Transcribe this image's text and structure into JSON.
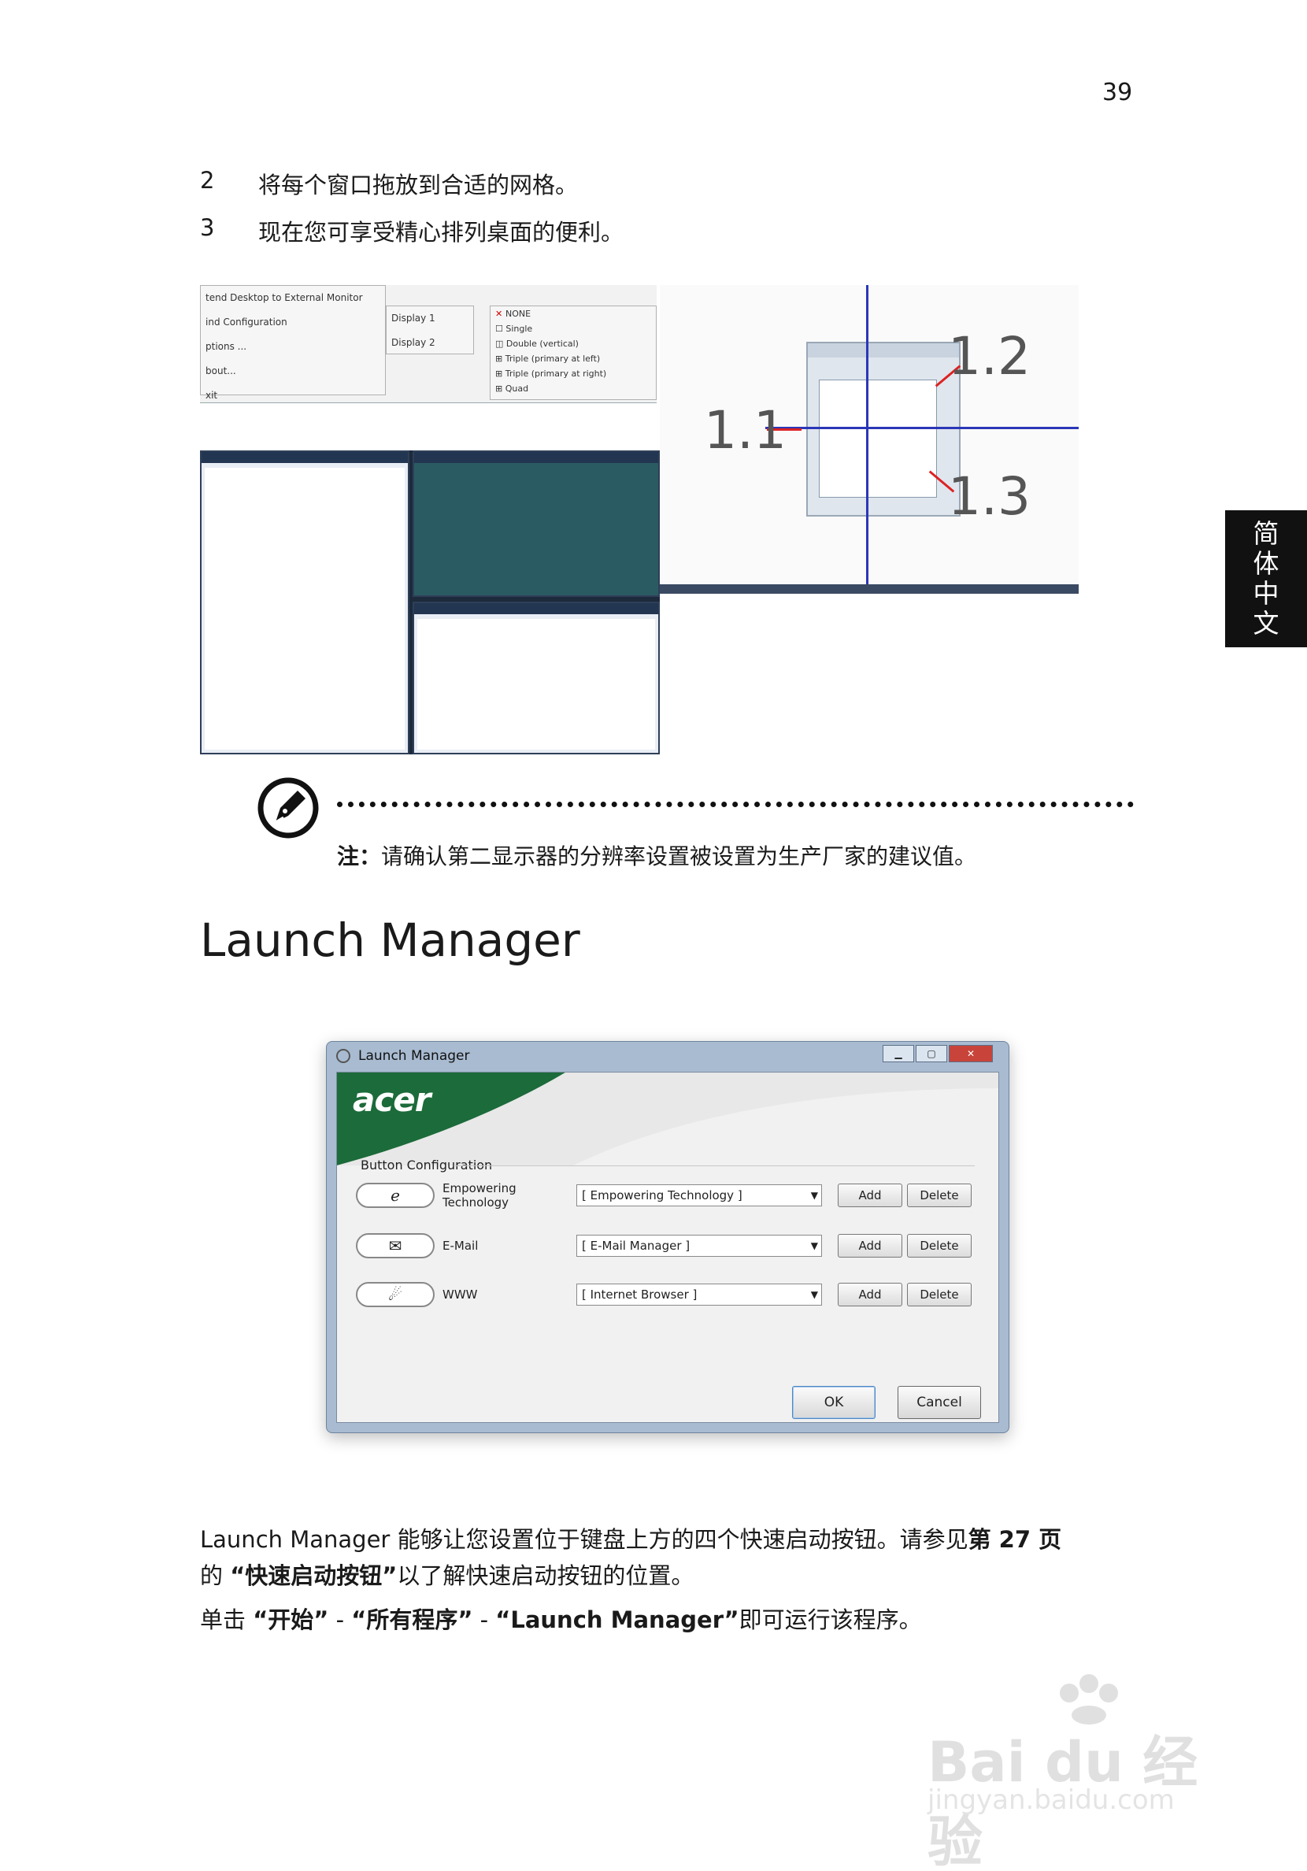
{
  "page_number": "39",
  "steps": [
    {
      "num": "2",
      "text": "将每个窗口拖放到合适的网格。"
    },
    {
      "num": "3",
      "text": "现在您可享受精心排列桌面的便利。"
    }
  ],
  "figure1": {
    "menu_main": [
      "tend Desktop to External Monitor",
      "ind Configuration",
      "ptions ...",
      "bout...",
      "xit"
    ],
    "menu_sub": [
      "Display 1",
      "Display 2"
    ],
    "menu_sub2": [
      "NONE",
      "Single",
      "Double (vertical)",
      "Triple (primary at left)",
      "Triple (primary at right)",
      "Quad"
    ],
    "callouts": [
      "1.1",
      "1.2",
      "1.3"
    ]
  },
  "side_tab": [
    "简",
    "体",
    "中",
    "文"
  ],
  "note": {
    "label": "注：",
    "text": "请确认第二显示器的分辨率设置被设置为生产厂家的建议值。"
  },
  "section_title": "Launch Manager",
  "dialog": {
    "title": "Launch Manager",
    "logo": "acer",
    "group_label": "Button Configuration",
    "rows": [
      {
        "icon": "e",
        "label": "Empowering Technology",
        "value": "[ Empowering Technology ]",
        "add": "Add",
        "delete": "Delete"
      },
      {
        "icon": "✉",
        "label": "E-Mail",
        "value": "[ E-Mail Manager ]",
        "add": "Add",
        "delete": "Delete"
      },
      {
        "icon": "☄",
        "label": "WWW",
        "value": "[ Internet Browser ]",
        "add": "Add",
        "delete": "Delete"
      }
    ],
    "ok": "OK",
    "cancel": "Cancel",
    "colors": {
      "banner_green": "#1c6b3a",
      "frame": "#a8bbd1"
    }
  },
  "para1": {
    "t1": "Launch Manager 能够让您设置位于键盘上方的四个快速启动按钮。请参见",
    "b1": "第 27 页",
    "t2": "的",
    "b2": "“快速启动按钮”",
    "t3": "以了解快速启动按钮的位置。"
  },
  "para2": {
    "t1": "单击",
    "b1": "“开始”",
    "t2": " - ",
    "b2": "“所有程序”",
    "t3": " - ",
    "b3": "“Launch Manager”",
    "t4": "即可运行该程序。"
  },
  "watermark": {
    "main": "Bai du 经验",
    "sub": "jingyan.baidu.com"
  }
}
